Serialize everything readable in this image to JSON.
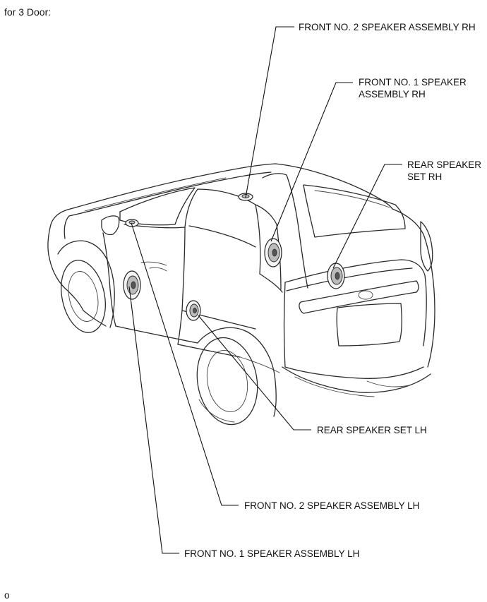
{
  "header": {
    "title": "for 3 Door:"
  },
  "callouts": {
    "front_no2_rh": [
      "FRONT NO. 2 SPEAKER ASSEMBLY RH"
    ],
    "front_no1_rh": [
      "FRONT NO. 1 SPEAKER",
      "ASSEMBLY RH"
    ],
    "rear_rh": [
      "REAR SPEAKER",
      "SET RH"
    ],
    "rear_lh": [
      "REAR SPEAKER SET LH"
    ],
    "front_no2_lh": [
      "FRONT NO. 2 SPEAKER ASSEMBLY LH"
    ],
    "front_no1_lh": [
      "FRONT NO. 1 SPEAKER ASSEMBLY LH"
    ]
  },
  "footer": {
    "code": "o"
  },
  "icons": {
    "vehicle": "suv-3-door-rear-three-quarter-outline",
    "speaker": "speaker-assembly-icon"
  }
}
